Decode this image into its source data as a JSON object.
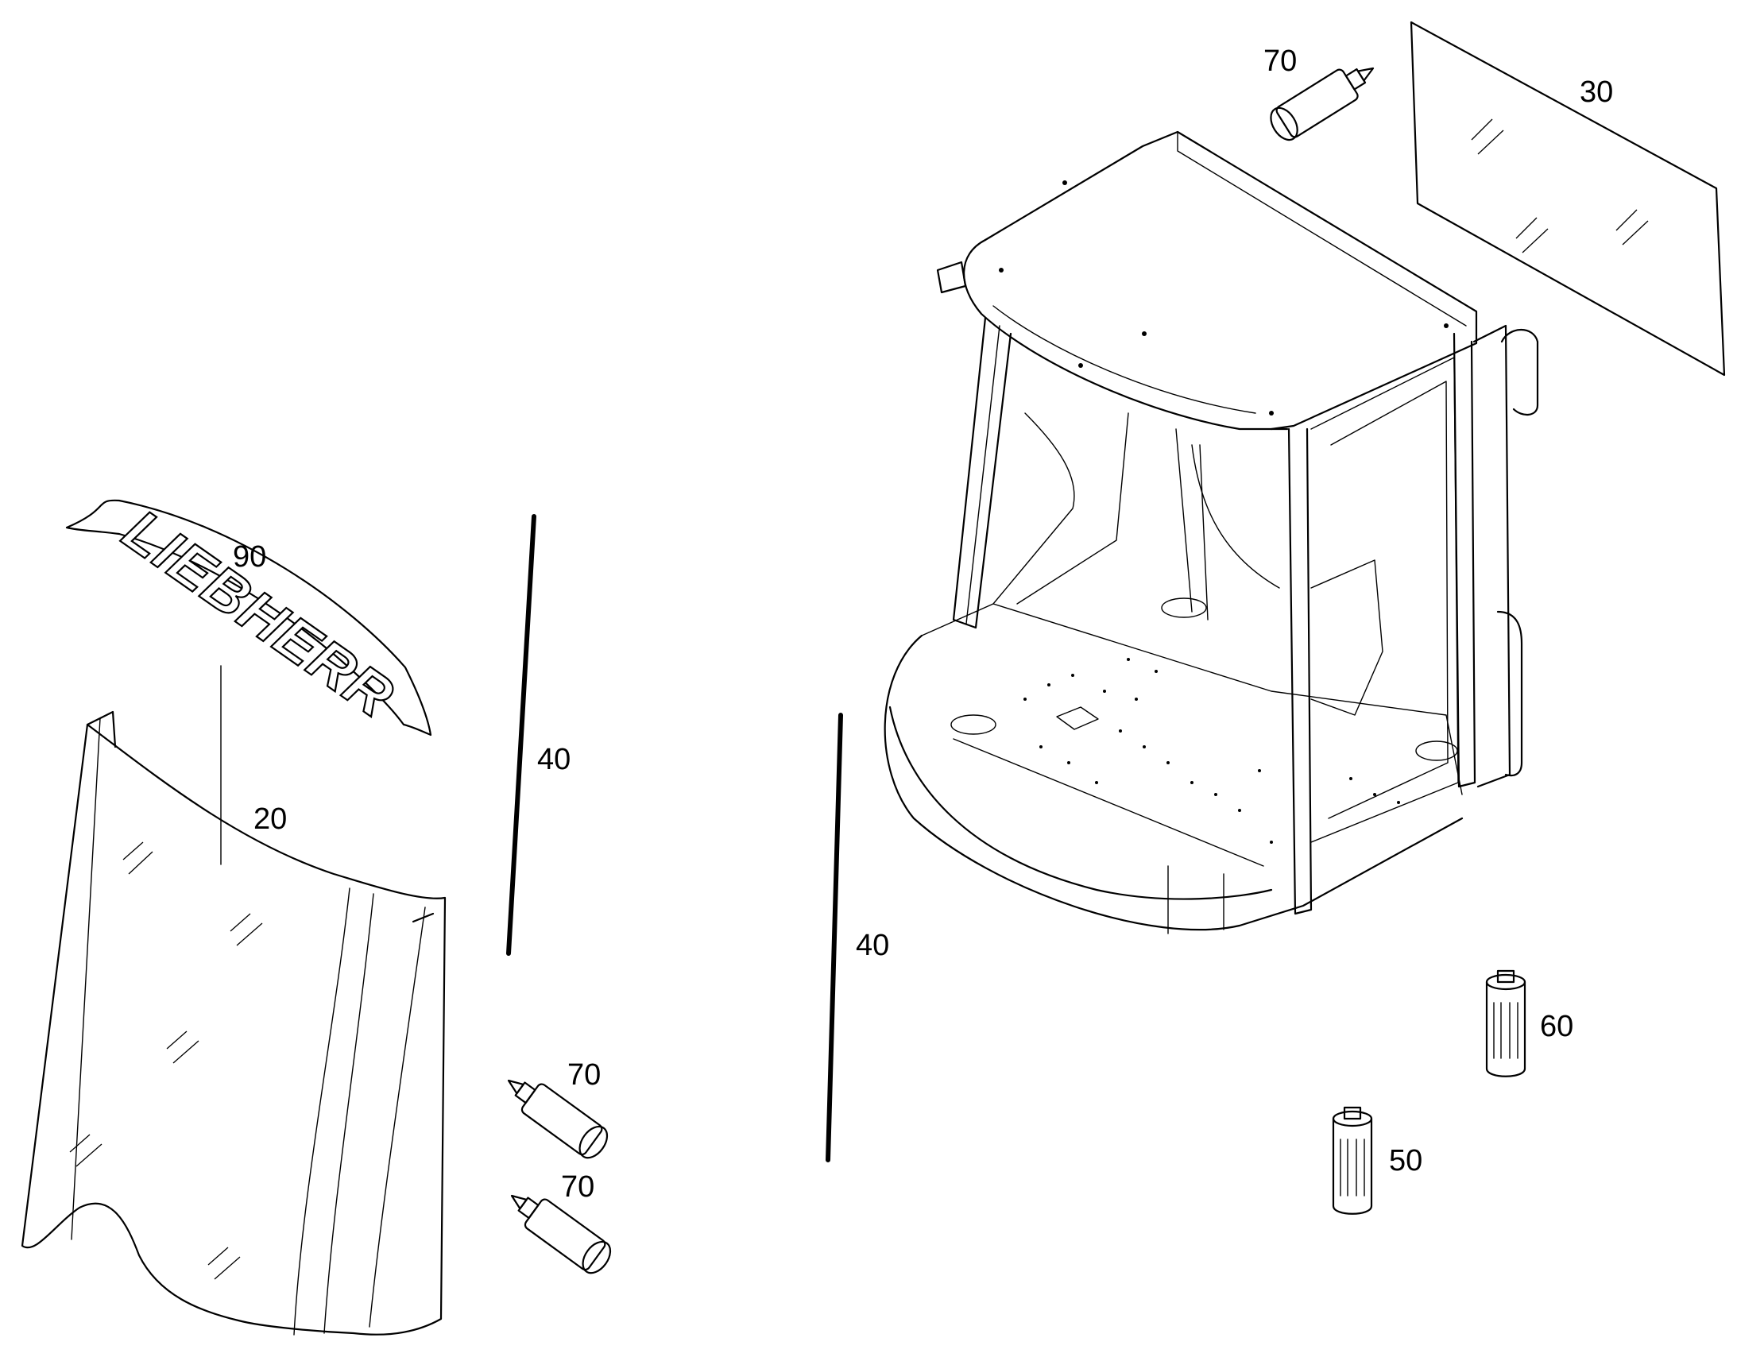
{
  "diagram": {
    "logo_text": "LIEBHERR",
    "callouts": {
      "part_90": "90",
      "part_20": "20",
      "part_40_left": "40",
      "part_40_right": "40",
      "part_70_top": "70",
      "part_70_mid": "70",
      "part_70_bottom": "70",
      "part_30": "30",
      "part_60": "60",
      "part_50": "50"
    }
  }
}
